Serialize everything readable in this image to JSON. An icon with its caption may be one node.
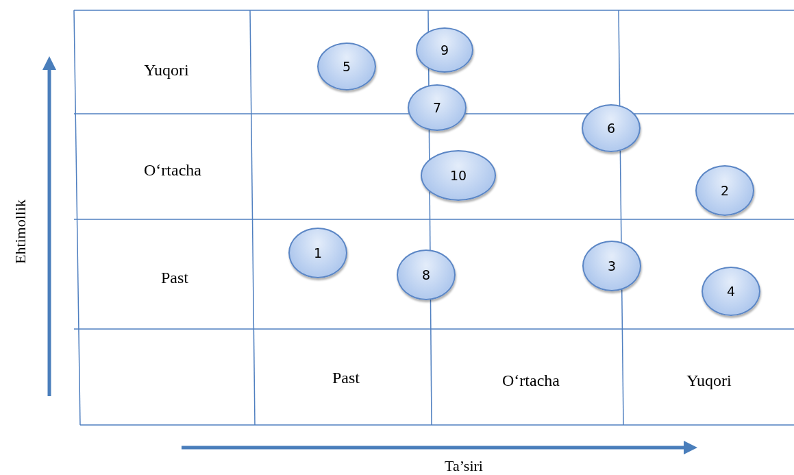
{
  "diagram": {
    "nodes": [
      {
        "text": [
          "9"
        ]
      },
      {
        "text": [
          "5"
        ]
      },
      {
        "text": [
          "7"
        ]
      },
      {
        "text": [
          "6"
        ]
      },
      {
        "text": [
          "10"
        ]
      },
      {
        "text": [
          "2"
        ]
      },
      {
        "text": [
          "1"
        ]
      },
      {
        "text": [
          "3"
        ]
      },
      {
        "text": [
          "8"
        ]
      },
      {
        "text": [
          "4"
        ]
      }
    ],
    "labels": [
      "Yuqori",
      "O‘rtacha",
      "Past",
      "Past",
      "O‘rtacha",
      "Yuqori",
      "Ehtimollik",
      "Ta’siri"
    ]
  }
}
